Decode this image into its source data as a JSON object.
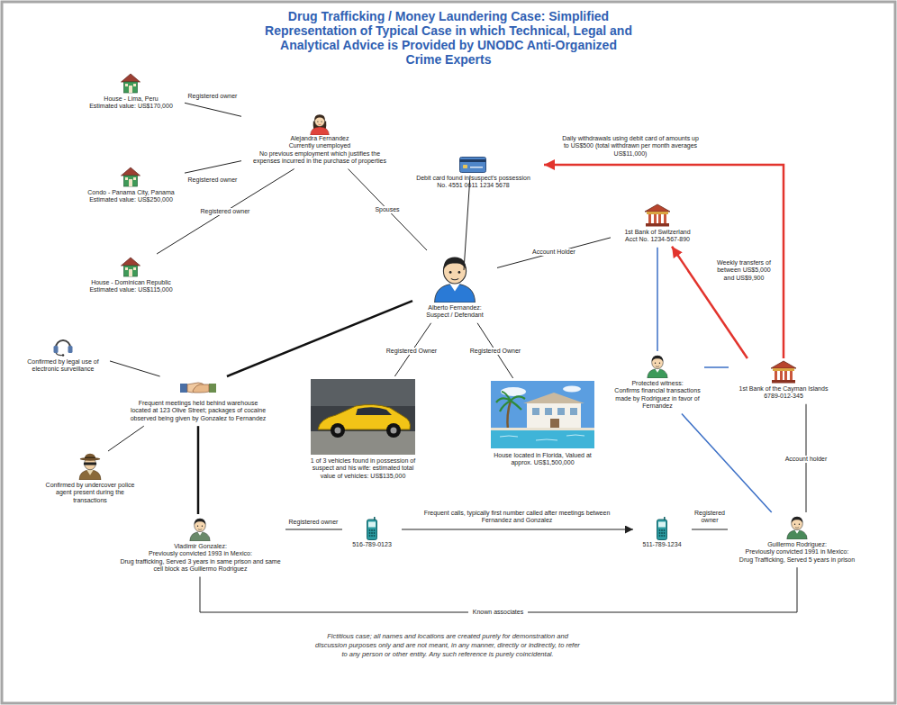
{
  "diagram": {
    "title": "Drug Trafficking / Money Laundering Case: Simplified Representation of Typical Case in which Technical, Legal and Analytical Advice is Provided by UNODC Anti-Organized Crime Experts",
    "caption": "Fictitious case; all names and locations are created purely for demonstration and discussion purposes only and are not meant, in any manner, directly or indirectly, to refer to any person or other entity. Any such reference is purely coincidental.",
    "nodes": [
      {
        "text": [
          "House - Lima, Peru",
          "Estimated value: US$170,000"
        ]
      },
      {
        "text": [
          "Alejandra Fernandez",
          "Currently unemployed",
          "No previous employment which justifies the expenses incurred in the purchase of properties"
        ]
      },
      {
        "text": [
          "Condo - Panama City, Panama",
          "Estimated value: US$250,000"
        ]
      },
      {
        "text": [
          "House - Dominican Republic",
          "Estimated value: US$115,000"
        ]
      },
      {
        "text": [
          "Debit card found in suspect's possession",
          "No. 4551 0611 1234 5678"
        ]
      },
      {
        "text": [
          "1st Bank of Switzerland",
          "Acct No. 1234-567-890"
        ]
      },
      {
        "text": [
          "Alberto Fernandez:",
          "Suspect / Defendant"
        ]
      },
      {
        "text": [
          "Confirmed by legal use of electronic surveillance"
        ]
      },
      {
        "text": [
          "Frequent meetings held behind warehouse located at 123 Olive Street; packages of cocaine observed being given by Gonzalez to Fernandez"
        ]
      },
      {
        "text": [
          "1 of 3 vehicles found in possession of suspect and his wife: estimated total value of vehicles: US$135,000"
        ]
      },
      {
        "text": [
          "House located in Florida, Valued at approx. US$1,500,000"
        ]
      },
      {
        "text": [
          "Protected witness:",
          "Confirms financial transactions made by Rodriguez in favor of Fernandez"
        ]
      },
      {
        "text": [
          "1st Bank of the Cayman Islands",
          "6789-012-345"
        ]
      },
      {
        "text": [
          "Confirmed by undercover police agent present during the transactions"
        ]
      },
      {
        "text": [
          "Vladimir Gonzalez:",
          "Previously convicted 1993 in Mexico:",
          "Drug trafficking, Served 3 years in same prison and same cell block as Guillermo Rodriguez"
        ]
      },
      {
        "text": [
          "516-789-0123"
        ]
      },
      {
        "text": [
          "511-789-1234"
        ]
      },
      {
        "text": [
          "Guillermo Rodriguez:",
          "Previously convicted 1991 in Mexico:",
          "Drug Trafficking, Served 5 years in prison"
        ]
      }
    ],
    "edges": [
      {
        "from": 1,
        "to": 0,
        "arrow": "none",
        "label": "Registered owner"
      },
      {
        "from": 1,
        "to": 2,
        "arrow": "none",
        "label": "Registered owner"
      },
      {
        "from": 1,
        "to": 3,
        "arrow": "none",
        "label": "Registered owner"
      },
      {
        "from": 1,
        "to": 6,
        "arrow": "none",
        "label": "Spouses"
      },
      {
        "from": 4,
        "to": 6,
        "arrow": "none"
      },
      {
        "from": 6,
        "to": 5,
        "arrow": "none",
        "label": "Account Holder"
      },
      {
        "from": 12,
        "to": 4,
        "arrow": "to",
        "label": "Daily withdrawals using debit card of amounts up to US$500 (total withdrawn per month averages US$11,000)"
      },
      {
        "from": 12,
        "to": 5,
        "arrow": "to",
        "label": "Weekly transfers of between US$5,000 and US$9,900"
      },
      {
        "from": 6,
        "to": 8,
        "arrow": "none"
      },
      {
        "from": 7,
        "to": 8,
        "arrow": "none"
      },
      {
        "from": 13,
        "to": 8,
        "arrow": "none"
      },
      {
        "from": 8,
        "to": 14,
        "arrow": "none"
      },
      {
        "from": 6,
        "to": 9,
        "arrow": "none",
        "label": "Registered Owner"
      },
      {
        "from": 6,
        "to": 10,
        "arrow": "none",
        "label": "Registered Owner"
      },
      {
        "from": 11,
        "to": 5,
        "arrow": "none"
      },
      {
        "from": 11,
        "to": 12,
        "arrow": "none"
      },
      {
        "from": 11,
        "to": 17,
        "arrow": "none"
      },
      {
        "from": 12,
        "to": 17,
        "arrow": "none",
        "label": "Account holder"
      },
      {
        "from": 14,
        "to": 15,
        "arrow": "none",
        "label": "Registered owner"
      },
      {
        "from": 15,
        "to": 16,
        "arrow": "to",
        "label": "Frequent calls, typically first number called after meetings between Fernandez and Gonzalez"
      },
      {
        "from": 16,
        "to": 17,
        "arrow": "none",
        "label": "Registered owner"
      },
      {
        "from": 14,
        "to": 17,
        "arrow": "none",
        "label": "Known associates"
      }
    ]
  }
}
